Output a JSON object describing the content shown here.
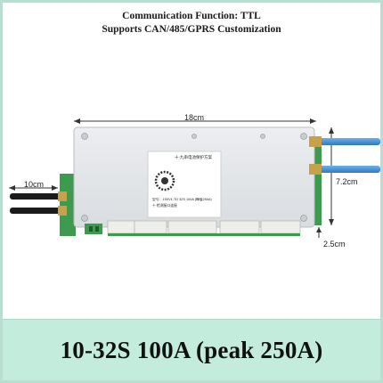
{
  "header": {
    "line1": "Communication Function: TTL",
    "line2": "Supports CAN/485/GPRS Customization"
  },
  "dimensions": {
    "length": "18cm",
    "width": "7.2cm",
    "height": "2.5cm",
    "wire_length": "10cm"
  },
  "label": {
    "title": "十·九串电池保护方案",
    "model_line": "型号：1S0V1-TD 32S 100A (峰值250A)",
    "sub_line": "十·检测接口连接"
  },
  "footer": {
    "spec": "10-32S 100A (peak 250A)"
  },
  "colors": {
    "frame": "#b9ddd0",
    "footer_bg": "#c4ecdd",
    "board": "#e3e5e8",
    "pcb": "#3d9a4f",
    "cable_blue": "#3f8fd6",
    "cable_black": "#1b1b1b"
  }
}
